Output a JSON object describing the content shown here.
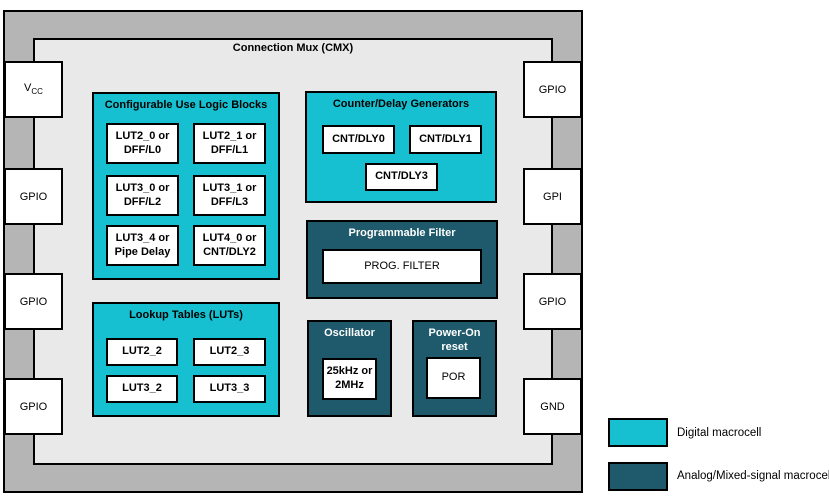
{
  "diagram": {
    "title": "Connection Mux (CMX)",
    "pins": {
      "left": [
        {
          "label": "V",
          "sub": "CC"
        },
        {
          "label": "GPIO"
        },
        {
          "label": "GPIO"
        },
        {
          "label": "GPIO"
        }
      ],
      "right": [
        {
          "label": "GPIO"
        },
        {
          "label": "GPI"
        },
        {
          "label": "GPIO"
        },
        {
          "label": "GND"
        }
      ]
    },
    "blocks": {
      "clb": {
        "title": "Configurable Use Logic Blocks",
        "cells": [
          "LUT2_0 or\nDFF/L0",
          "LUT2_1 or\nDFF/L1",
          "LUT3_0 or\nDFF/L2",
          "LUT3_1 or\nDFF/L3",
          "LUT3_4 or\nPipe Delay",
          "LUT4_0 or\nCNT/DLY2"
        ]
      },
      "cdg": {
        "title": "Counter/Delay Generators",
        "cells": [
          "CNT/DLY0",
          "CNT/DLY1",
          "CNT/DLY3"
        ]
      },
      "pf": {
        "title": "Programmable Filter",
        "cell": "PROG. FILTER"
      },
      "luts": {
        "title": "Lookup Tables (LUTs)",
        "cells": [
          "LUT2_2",
          "LUT2_3",
          "LUT3_2",
          "LUT3_3"
        ]
      },
      "osc": {
        "title": "Oscillator",
        "cell": "25kHz or\n2MHz"
      },
      "por": {
        "title": "Power-On\nreset",
        "cell": "POR"
      }
    },
    "legend": {
      "items": [
        {
          "label": "Digital macrocell",
          "color": "#17c0d0"
        },
        {
          "label": "Analog/Mixed-signal macrocell",
          "color": "#1e5a6b"
        }
      ]
    },
    "colors": {
      "digital_macrocell": "#17c0d0",
      "analog_macrocell": "#1e5a6b",
      "outer_frame": "#b5b5b5",
      "inner_panel": "#e9e9e9"
    }
  }
}
